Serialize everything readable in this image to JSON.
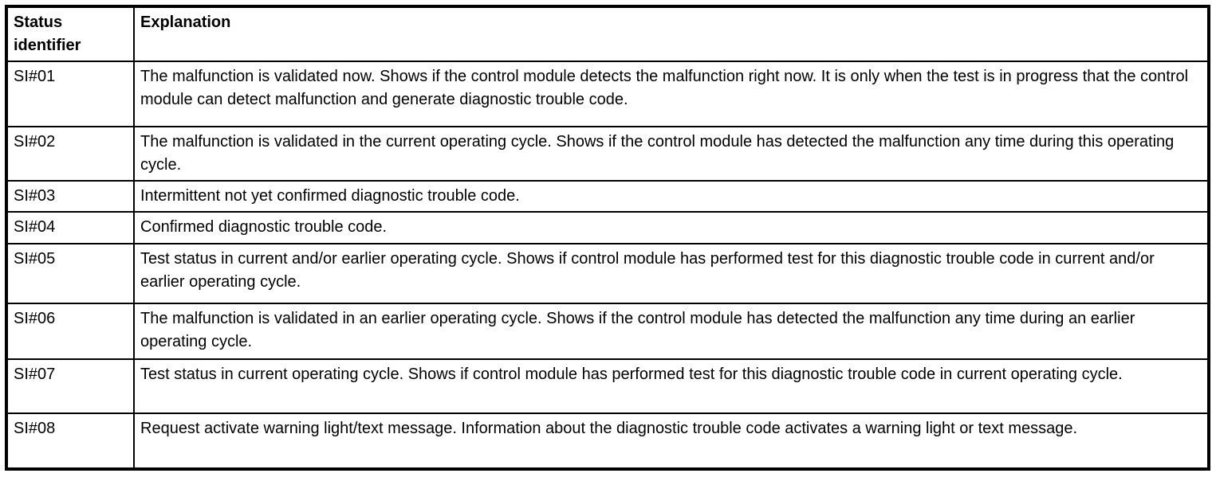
{
  "table": {
    "columns": [
      {
        "label": "Status identifier"
      },
      {
        "label": "Explanation"
      }
    ],
    "rows": [
      {
        "id": "SI#01",
        "explanation": "The malfunction is validated now. Shows if the control module detects the malfunction right now. It is only when the test is in progress that the control module can detect malfunction and generate diagnostic trouble code."
      },
      {
        "id": "SI#02",
        "explanation": "The malfunction is validated in the current operating cycle. Shows if the control module has detected the malfunction any time during this operating cycle."
      },
      {
        "id": "SI#03",
        "explanation": "Intermittent not yet confirmed diagnostic trouble code."
      },
      {
        "id": "SI#04",
        "explanation": "Confirmed diagnostic trouble code."
      },
      {
        "id": "SI#05",
        "explanation": "Test status in current and/or earlier operating cycle. Shows if control module has performed test for this diagnostic trouble code in current and/or earlier operating cycle."
      },
      {
        "id": "SI#06",
        "explanation": "The malfunction is validated in an earlier operating cycle. Shows if the control module has detected the malfunction any time during an earlier operating cycle."
      },
      {
        "id": "SI#07",
        "explanation": "Test status in current operating cycle. Shows if control module has performed test for this diagnostic trouble code in current operating cycle."
      },
      {
        "id": "SI#08",
        "explanation": "Request activate warning light/text message. Information about the diagnostic trouble code activates a warning light or text message."
      }
    ]
  }
}
